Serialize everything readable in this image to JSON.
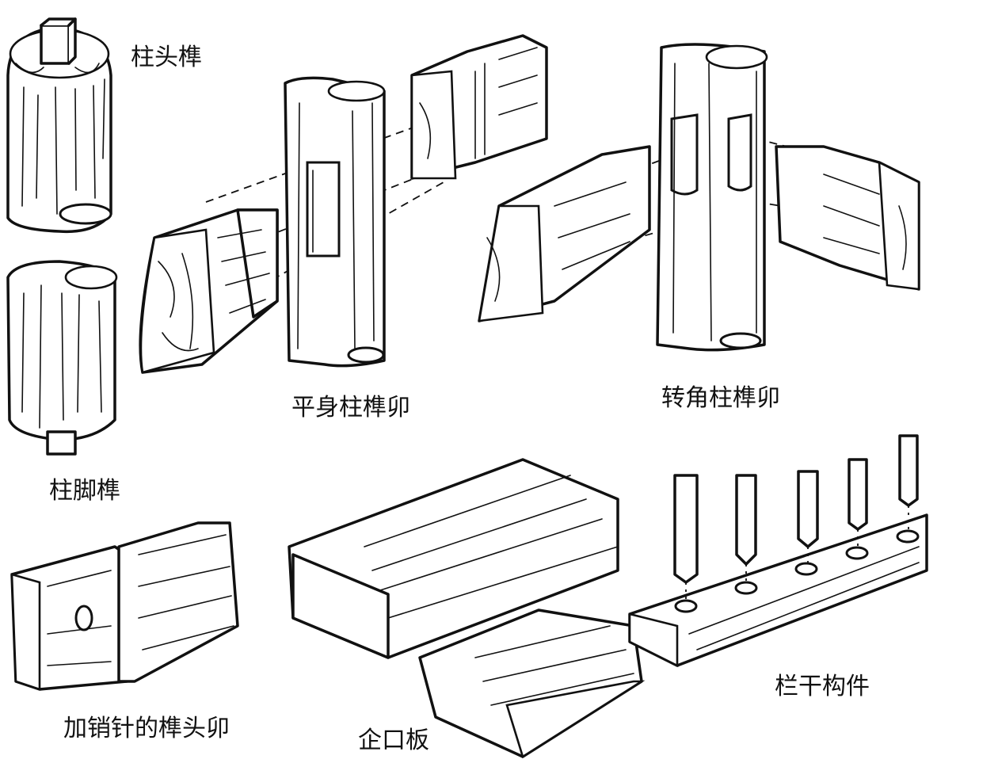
{
  "labels": {
    "column_top_tenon": "柱头榫",
    "column_foot_tenon": "柱脚榫",
    "mid_column_joint": "平身柱榫卯",
    "corner_column_joint": "转角柱榫卯",
    "pinned_tenon": "加销针的榫头卯",
    "tongue_groove_board": "企口板",
    "railing_parts": "栏干构件"
  }
}
